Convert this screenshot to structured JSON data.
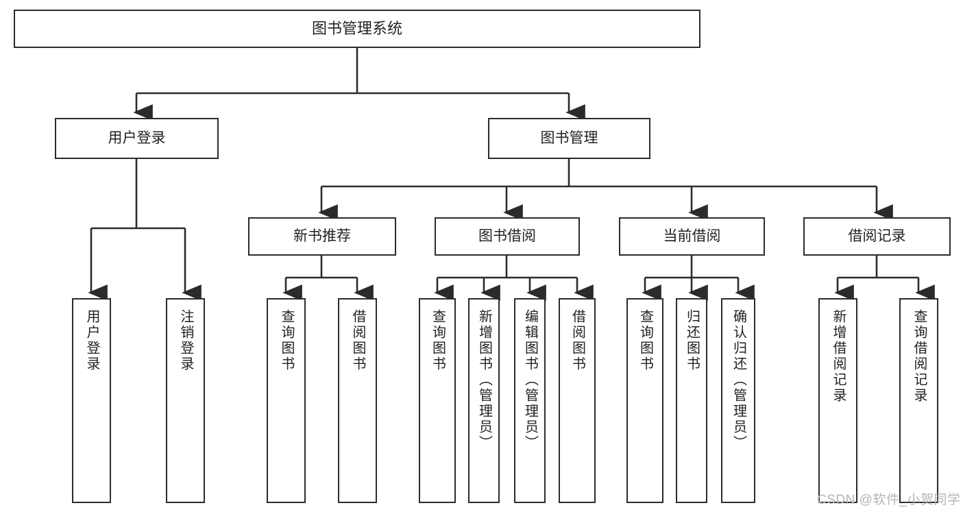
{
  "diagram": {
    "title": "图书管理系统",
    "type": "tree-hierarchy",
    "colors": {
      "stroke": "#2b2b2b",
      "fill": "#ffffff",
      "text": "#222222",
      "watermark": "#b4b4b4"
    },
    "nodes": {
      "root": {
        "label": "图书管理系统"
      },
      "level1": [
        {
          "id": "user-login",
          "label": "用户登录"
        },
        {
          "id": "book-manage",
          "label": "图书管理"
        }
      ],
      "level2": [
        {
          "id": "new-book-recommend",
          "label": "新书推荐"
        },
        {
          "id": "book-borrow",
          "label": "图书借阅"
        },
        {
          "id": "current-borrow",
          "label": "当前借阅"
        },
        {
          "id": "borrow-record",
          "label": "借阅记录"
        }
      ],
      "leaves": {
        "user-login": [
          {
            "id": "leaf-user-login",
            "label": "用户登录"
          },
          {
            "id": "leaf-logout",
            "label": "注销登录"
          }
        ],
        "new-book-recommend": [
          {
            "id": "leaf-query-book-1",
            "label": "查询图书"
          },
          {
            "id": "leaf-borrow-book-1",
            "label": "借阅图书"
          }
        ],
        "book-borrow": [
          {
            "id": "leaf-query-book-2",
            "label": "查询图书"
          },
          {
            "id": "leaf-add-book",
            "label": "新增图书（管理员）"
          },
          {
            "id": "leaf-edit-book",
            "label": "编辑图书（管理员）"
          },
          {
            "id": "leaf-borrow-book-2",
            "label": "借阅图书"
          }
        ],
        "current-borrow": [
          {
            "id": "leaf-query-book-3",
            "label": "查询图书"
          },
          {
            "id": "leaf-return-book",
            "label": "归还图书"
          },
          {
            "id": "leaf-confirm-return",
            "label": "确认归还（管理员）"
          }
        ],
        "borrow-record": [
          {
            "id": "leaf-add-record",
            "label": "新增借阅记录"
          },
          {
            "id": "leaf-query-record",
            "label": "查询借阅记录"
          }
        ]
      }
    },
    "watermark": "CSDN @软件_小贺同学"
  }
}
